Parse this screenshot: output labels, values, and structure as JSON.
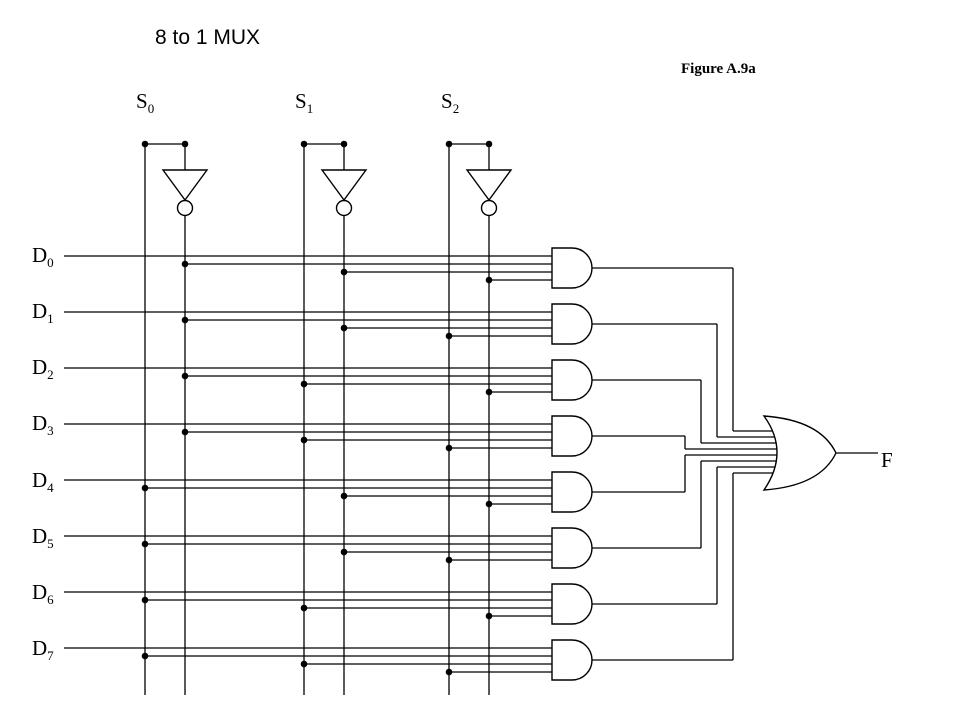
{
  "title": "8 to 1 MUX",
  "figure_label": "Figure A.9a",
  "selects": [
    {
      "base": "S",
      "sub": "0"
    },
    {
      "base": "S",
      "sub": "1"
    },
    {
      "base": "S",
      "sub": "2"
    }
  ],
  "inputs": [
    {
      "base": "D",
      "sub": "0"
    },
    {
      "base": "D",
      "sub": "1"
    },
    {
      "base": "D",
      "sub": "2"
    },
    {
      "base": "D",
      "sub": "3"
    },
    {
      "base": "D",
      "sub": "4"
    },
    {
      "base": "D",
      "sub": "5"
    },
    {
      "base": "D",
      "sub": "6"
    },
    {
      "base": "D",
      "sub": "7"
    }
  ],
  "output": "F"
}
